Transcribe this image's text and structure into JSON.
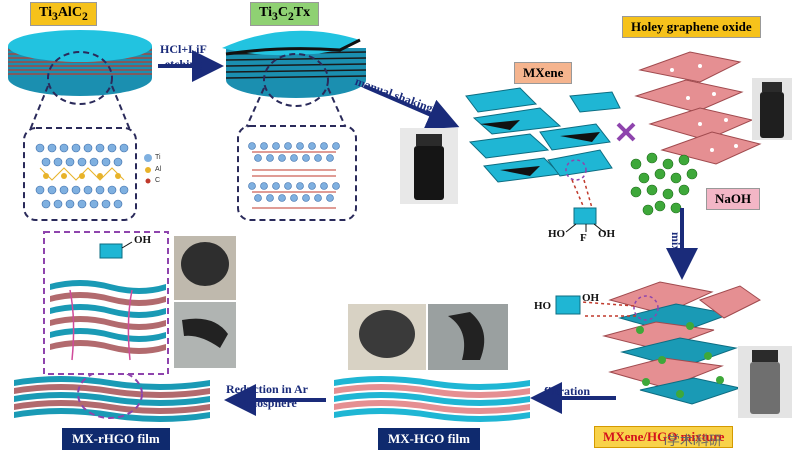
{
  "labels": {
    "ti3alc2": [
      "Ti",
      "3",
      "AlC",
      "2"
    ],
    "ti3c2tx": [
      "Ti",
      "3",
      "C",
      "2",
      "Tx"
    ],
    "holey_graphene_oxide": "Holey graphene oxide",
    "mxene": "MXene",
    "naoh": "NaOH",
    "mxene_hgo_mixture": "MXene/HGO mixture",
    "mx_hgo_film": "MX-HGO film",
    "mx_rhgo_film": "MX-rHGO film"
  },
  "steps": {
    "etching": [
      "HCl+LiF",
      "etching"
    ],
    "manual_shaking": "manual shaking",
    "mix": "mix",
    "filtration": "filtration",
    "reduction": [
      "Reduction in Ar",
      "atmosphere"
    ]
  },
  "legend": {
    "ti": "Ti",
    "al": "Al",
    "c": "C"
  },
  "functional_groups": {
    "oh": "OH",
    "ho": "HO",
    "f": "F"
  },
  "watermark": "i学术i科研",
  "colors": {
    "mxene": "#1fb6d4",
    "graphene_oxide": "#e58f92",
    "arrow": "#1a2b7a",
    "dashed_outline": "#2a2a5a",
    "purple_dash": "#8e44ad",
    "naoh_sphere": "#3ea83a"
  }
}
